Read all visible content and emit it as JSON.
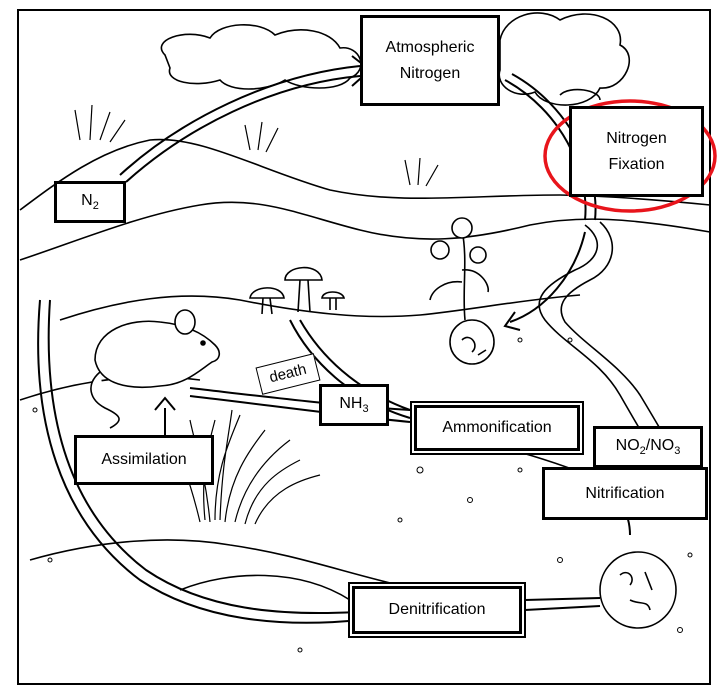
{
  "labels": {
    "atmospheric_line1": "Atmospheric",
    "atmospheric_line2": "Nitrogen",
    "fixation_line1": "Nitrogen",
    "fixation_line2": "Fixation",
    "n2_base": "N",
    "n2_sub": "2",
    "death": "death",
    "nh3_base": "NH",
    "nh3_sub": "3",
    "ammonification": "Ammonification",
    "no_a": "NO",
    "no_a_sub": "2",
    "no_sep": "/NO",
    "no_b_sub": "3",
    "nitrification": "Nitrification",
    "assimilation": "Assimilation",
    "denitrification": "Denitrification"
  },
  "colors": {
    "highlight_circle": "#e8141b",
    "ink": "#000000"
  }
}
